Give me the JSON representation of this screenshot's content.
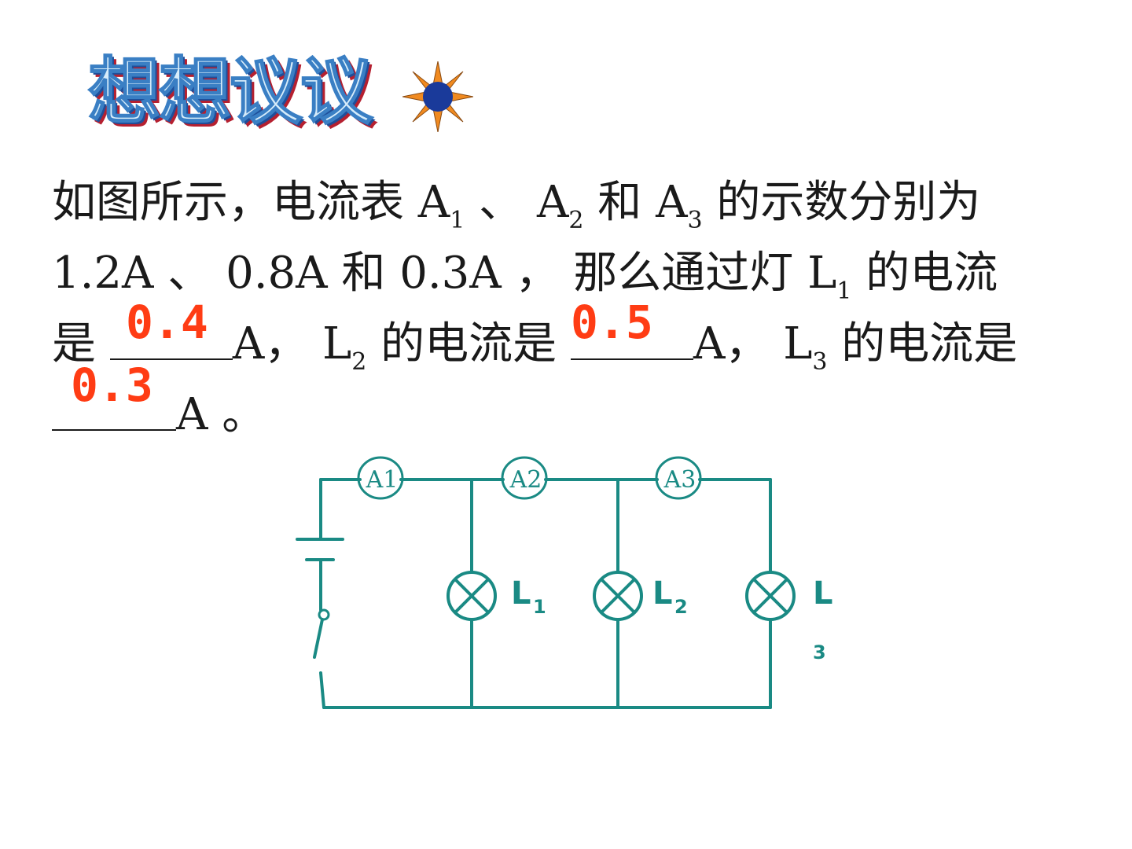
{
  "title": "想想议议",
  "icons": {
    "title_icon": "sun-icon"
  },
  "question": {
    "line1": {
      "t1": "如图所示，电流表 A",
      "s1": "1",
      "t2": " 、 A",
      "s2": "2",
      "t3": " 和 A",
      "s3": "3",
      "t4": " 的示数分别为"
    },
    "line2": {
      "t1": "1.2A 、 0.8A 和 0.3A ， 那么通过灯 L",
      "s1": "1",
      "t2": " 的电流"
    },
    "line3": {
      "t1": "是 ",
      "t2": "A， L",
      "s1": "2",
      "t3": " 的电流是 ",
      "t4": "A， L",
      "s2": "3",
      "t5": " 的电流是"
    },
    "line4": {
      "t1": "A 。"
    }
  },
  "answers": {
    "l1": "0.4",
    "l2": "0.5",
    "l3": "0.3"
  },
  "circuit": {
    "ammeters": [
      "A1",
      "A2",
      "A3"
    ],
    "lamps": [
      {
        "label": "L",
        "sub": "1"
      },
      {
        "label": "L",
        "sub": "2"
      },
      {
        "label": "L",
        "sub": "3"
      }
    ]
  },
  "colors": {
    "wire": "#1a8a84",
    "answer": "#ff3c14",
    "title_fill": "#d6ecfa",
    "sun_core": "#1a3a9a",
    "sun_rays": "#f08a20"
  }
}
